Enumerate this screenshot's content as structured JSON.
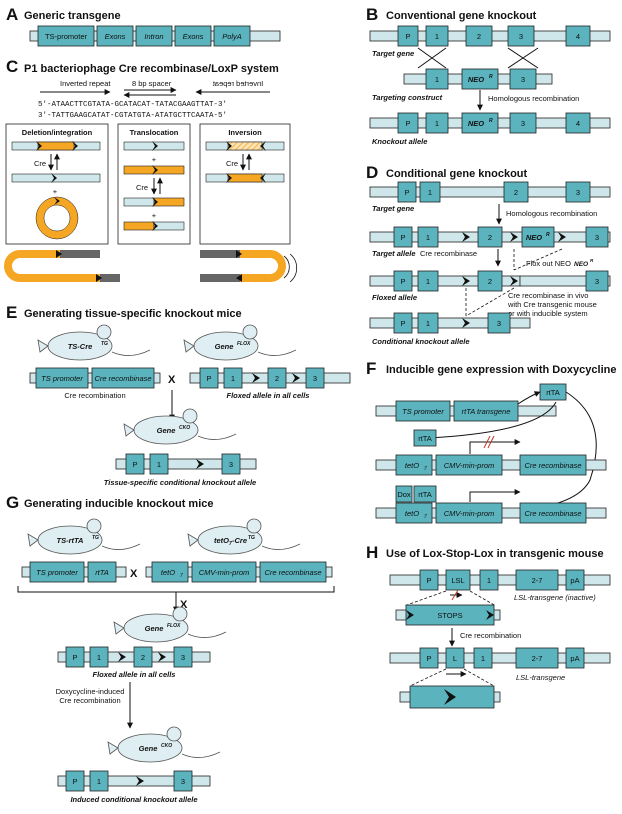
{
  "panel_letters": [
    "A",
    "B",
    "C",
    "D",
    "E",
    "F",
    "G",
    "H"
  ],
  "titles": {
    "A": "Generic transgene",
    "B": "Conventional gene knockout",
    "C": "P1 bacteriophage Cre recombinase/LoxP system",
    "D": "Conditional gene knockout",
    "E": "Generating tissue-specific knockout mice",
    "F": "Inducible gene expression with Doxycycline",
    "G": "Generating inducible knockout mice",
    "H": "Use of Lox-Stop-Lox in transgenic mouse"
  },
  "panelA": {
    "boxes": [
      "TS-promoter",
      "Exons",
      "Intron",
      "Exons",
      "PolyA"
    ]
  },
  "panelB": {
    "labels": [
      "Target gene",
      "Targeting construct",
      "Knockout allele",
      "Homologous recombination"
    ],
    "row1": [
      "P",
      "1",
      "2",
      "3",
      "4"
    ],
    "row2": [
      "1",
      "NEO",
      "3"
    ],
    "row3": [
      "P",
      "1",
      "NEO",
      "3",
      "4"
    ],
    "neo_sup": "R"
  },
  "panelC": {
    "inverted_repeat": "Inverted repeat",
    "spacer": "8 bp spacer",
    "inverted_repeat_mirror": "Inverted repeat",
    "seq_top": "5'-ATAACTTCGTATA-GCATACAT-TATACGAAGTTAT-3'",
    "seq_bottom": "3'-TATTGAAGCATAT-CGTATGTA-ATATGCTTCAATA-5'",
    "sub": [
      "Deletion/integration",
      "Translocation",
      "Inversion"
    ],
    "cre": "Cre",
    "plus": "+"
  },
  "panelD": {
    "labels": [
      "Target gene",
      "Target allele",
      "Floxed allele",
      "Conditional knockout allele",
      "Homologous recombination",
      "Cre recombinase",
      "Flox out NEO",
      "Cre recombinase in vivo",
      "with Cre transgenic mouse",
      "or with inducible system"
    ],
    "neo": "NEO",
    "neo_sup": "R",
    "nums": [
      "P",
      "1",
      "2",
      "3"
    ]
  },
  "panelE": {
    "mouse1": "TS-Cre",
    "mouse1_sup": "TG",
    "mouse2": "Gene",
    "mouse2_sup": "FLOX",
    "mouse3": "Gene",
    "mouse3_sup": "CKO",
    "boxes1": [
      "TS promoter",
      "Cre recombinase"
    ],
    "cross": "X",
    "cre_recomb": "Cre recombination",
    "floxed": "Floxed allele in all cells",
    "tissue": "Tissue-specific conditional knockout allele",
    "nums": [
      "P",
      "1",
      "2",
      "3"
    ]
  },
  "panelF": {
    "boxes": [
      "TS promoter",
      "rtTA transgene",
      "rtTA",
      "rtTA",
      "tetO",
      "CMV-min-prom",
      "Cre recombinase",
      "Dox",
      "rtTA",
      "tetO",
      "CMV-min-prom",
      "Cre recombinase"
    ],
    "teto_sub": "7"
  },
  "panelG": {
    "mouse1": "TS-rtTA",
    "mouse1_sup": "TG",
    "mouse2": "tetO",
    "mouse2_sub": "7",
    "mouse2_rest": "-Cre",
    "mouse2_sup": "TG",
    "mouse3": "Gene",
    "mouse3_sup": "FLOX",
    "mouse4": "Gene",
    "mouse4_sup": "CKO",
    "boxes": [
      "TS promoter",
      "rtTA",
      "tetO",
      "CMV-min-prom",
      "Cre recombinase"
    ],
    "cross": "X",
    "floxed": "Floxed allele in all cells",
    "dox1": "Doxycycline-induced",
    "dox2": "Cre recombination",
    "induced": "Induced conditional knockout allele",
    "nums": [
      "P",
      "1",
      "2",
      "3"
    ]
  },
  "panelH": {
    "row1": [
      "P",
      "LSL",
      "1",
      "2-7",
      "pA"
    ],
    "row1_label": "LSL-transgene (inactive)",
    "stops": "STOPS",
    "cre": "Cre recombination",
    "row2": [
      "P",
      "L",
      "1",
      "2-7",
      "pA"
    ],
    "row2_label": "LSL-transgene"
  },
  "colors": {
    "strand": "#cfe7ea",
    "box": "#5ab3bd",
    "lox": "#111111",
    "orange": "#f5a623",
    "gray": "#666666"
  }
}
